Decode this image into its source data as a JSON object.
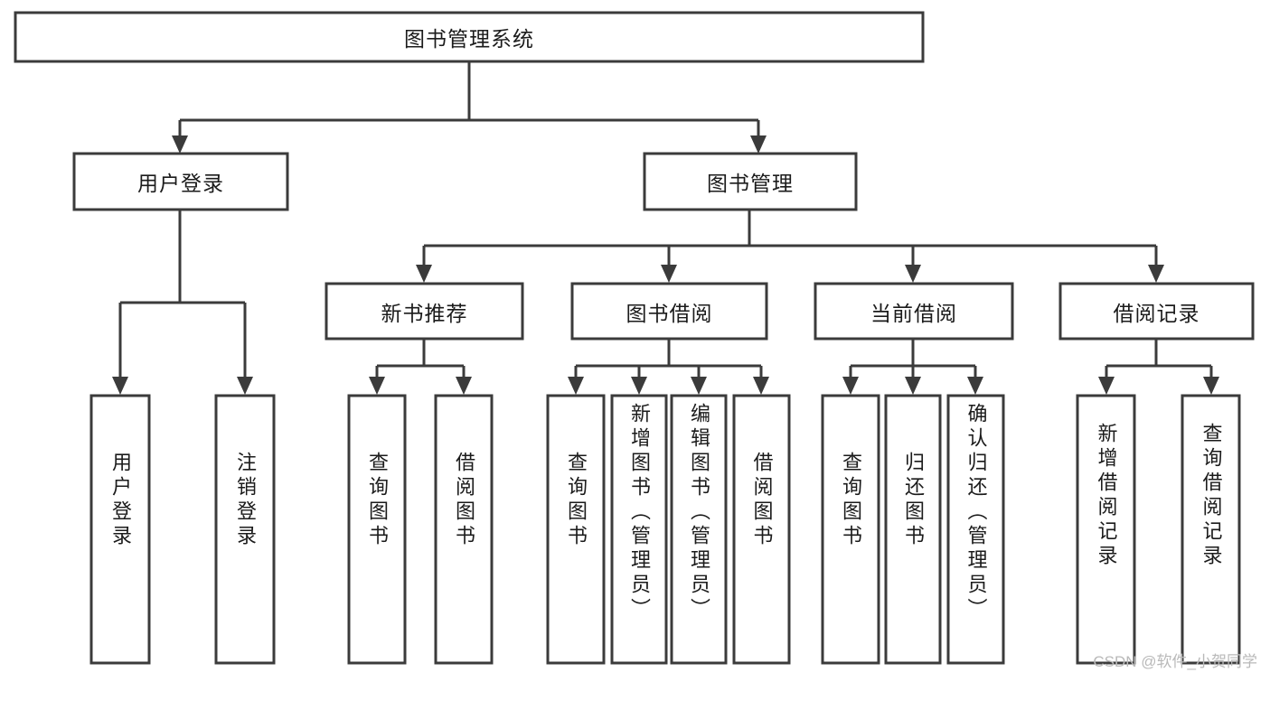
{
  "diagram": {
    "title": "图书管理系统",
    "watermark": "CSDN @软件_小贺同学",
    "colors": {
      "box_stroke": "#3b3b3b",
      "box_fill": "#ffffff",
      "text": "#1b1b1b",
      "background": "#ffffff",
      "watermark": "#b9b9b9"
    },
    "root": {
      "label": "图书管理系统",
      "orientation": "horizontal"
    },
    "level1": [
      {
        "label": "用户登录",
        "orientation": "horizontal"
      },
      {
        "label": "图书管理",
        "orientation": "horizontal"
      }
    ],
    "level2": [
      {
        "label": "新书推荐",
        "orientation": "horizontal"
      },
      {
        "label": "图书借阅",
        "orientation": "horizontal"
      },
      {
        "label": "当前借阅",
        "orientation": "horizontal"
      },
      {
        "label": "借阅记录",
        "orientation": "horizontal"
      }
    ],
    "leaves": {
      "user_login": [
        {
          "label": "用户登录",
          "orientation": "vertical"
        },
        {
          "label": "注销登录",
          "orientation": "vertical"
        }
      ],
      "new_book_recommend": [
        {
          "label": "查询图书",
          "orientation": "vertical"
        },
        {
          "label": "借阅图书",
          "orientation": "vertical"
        }
      ],
      "book_borrow": [
        {
          "label": "查询图书",
          "orientation": "vertical"
        },
        {
          "label": "新增图书（管理员）",
          "orientation": "vertical"
        },
        {
          "label": "编辑图书（管理员）",
          "orientation": "vertical"
        },
        {
          "label": "借阅图书",
          "orientation": "vertical"
        }
      ],
      "current_borrow": [
        {
          "label": "查询图书",
          "orientation": "vertical"
        },
        {
          "label": "归还图书",
          "orientation": "vertical"
        },
        {
          "label": "确认归还（管理员）",
          "orientation": "vertical"
        }
      ],
      "borrow_record": [
        {
          "label": "新增借阅记录",
          "orientation": "vertical"
        },
        {
          "label": "查询借阅记录",
          "orientation": "vertical"
        }
      ]
    }
  }
}
